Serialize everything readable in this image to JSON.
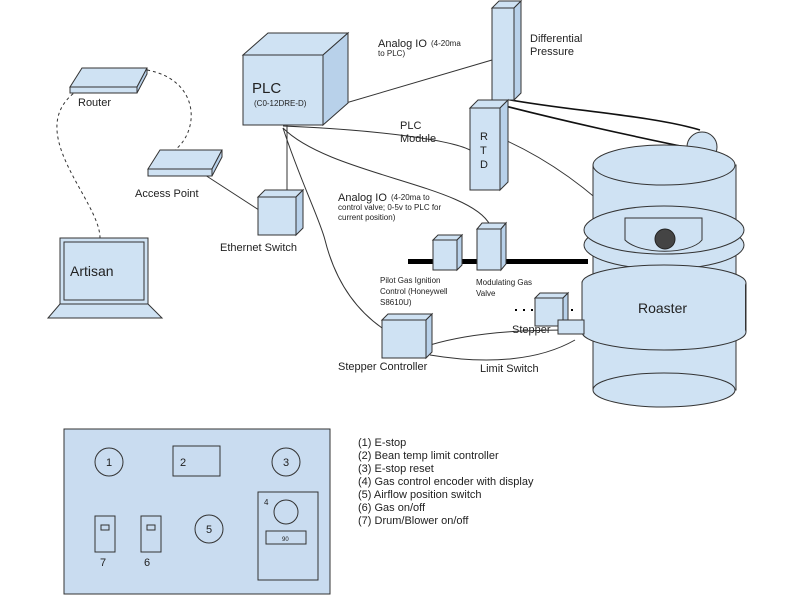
{
  "colors": {
    "box_fill": "#cfe2f3",
    "box_fill_dark": "#b8d1ea",
    "panel_fill": "#c9dcf0",
    "line": "#333333",
    "bar": "#000000"
  },
  "labels": {
    "router": "Router",
    "access_point": "Access Point",
    "ethernet_switch": "Ethernet Switch",
    "artisan": "Artisan",
    "plc_title": "PLC",
    "plc_model": "(C0-12DRE-D)",
    "analog_io_top": "Analog IO",
    "analog_io_top_note_1": "(4-20ma",
    "analog_io_top_note_2": "to PLC)",
    "differential_pressure_1": "Differential",
    "differential_pressure_2": "Pressure",
    "plc_module_1": "PLC",
    "plc_module_2": "Module",
    "rtd_r": "R",
    "rtd_t": "T",
    "rtd_d": "D",
    "analog_io_mid": "Analog IO",
    "analog_io_mid_note_1": "(4-20ma to",
    "analog_io_mid_note_2": "control valve; 0-5v to PLC for",
    "analog_io_mid_note_3": "current position)",
    "pilot_1": "Pilot Gas Ignition",
    "pilot_2": "Control (Honeywell",
    "pilot_3": "S8610U)",
    "modulating_1": "Modulating Gas",
    "modulating_2": "Valve",
    "roaster": "Roaster",
    "stepper": "Stepper",
    "stepper_controller": "Stepper Controller",
    "limit_switch": "Limit Switch"
  },
  "panel": {
    "items": [
      {
        "num": "1"
      },
      {
        "num": "2"
      },
      {
        "num": "3"
      },
      {
        "num": "4"
      },
      {
        "num": "5"
      },
      {
        "num": "6"
      },
      {
        "num": "7"
      }
    ],
    "display_value": "90"
  },
  "legend": [
    "(1) E-stop",
    "(2) Bean temp limit controller",
    "(3) E-stop reset",
    "(4) Gas control encoder with display",
    "(5) Airflow position switch",
    "(6) Gas on/off",
    "(7) Drum/Blower on/off"
  ]
}
